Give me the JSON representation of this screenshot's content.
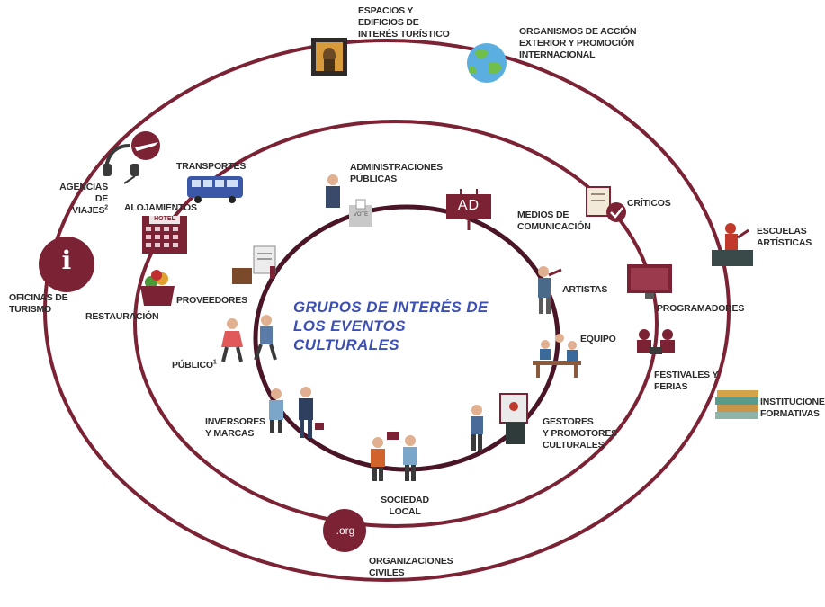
{
  "title": {
    "line1": "GRUPOS DE INTERÉS DE",
    "line2": "LOS EVENTOS",
    "line3": "CULTURALES"
  },
  "colors": {
    "ring": "#7b2335",
    "inner_ring": "#4a1526",
    "title": "#3b4fb5",
    "label": "#2b2b2b"
  },
  "outer_ring": [
    {
      "id": "espacios",
      "icon": "painting-icon",
      "lines": [
        "ESPACIOS Y",
        "EDIFICIOS DE",
        "INTERÉS TURÍSTICO"
      ]
    },
    {
      "id": "organismos",
      "icon": "globe-icon",
      "lines": [
        "ORGANISMOS DE ACCIÓN",
        "EXTERIOR Y PROMOCIÓN",
        "INTERNACIONAL"
      ]
    },
    {
      "id": "escuelas",
      "icon": "teacher-icon",
      "lines": [
        "ESCUELAS",
        "ARTÍSTICAS"
      ]
    },
    {
      "id": "instituciones",
      "icon": "books-icon",
      "lines": [
        "INSTITUCIONES",
        "FORMATIVAS"
      ]
    },
    {
      "id": "organizaciones",
      "icon": "org-badge-icon",
      "badge": ".org",
      "lines": [
        "ORGANIZACIONES",
        "CIVILES"
      ]
    },
    {
      "id": "oficinas",
      "icon": "info-icon",
      "badge": "i",
      "lines": [
        "OFICINAS DE",
        "TURISMO"
      ]
    },
    {
      "id": "agencias",
      "icon": "headset-plane-icon",
      "lines": [
        "AGENCIAS DE",
        "VIAJES"
      ],
      "sup": "2"
    }
  ],
  "middle_ring": [
    {
      "id": "transportes",
      "icon": "bus-icon",
      "lines": [
        "TRANSPORTES"
      ]
    },
    {
      "id": "alojamientos",
      "icon": "hotel-icon",
      "badge": "HOTEL",
      "lines": [
        "ALOJAMIENTOS"
      ]
    },
    {
      "id": "restauracion",
      "icon": "food-basket-icon",
      "lines": [
        "RESTAURACIÓN"
      ]
    },
    {
      "id": "criticos",
      "icon": "checklist-icon",
      "lines": [
        "CRÍTICOS"
      ]
    },
    {
      "id": "programadores",
      "icon": "monitor-icon",
      "lines": [
        "PROGRAMADORES"
      ]
    },
    {
      "id": "festivales",
      "icon": "festival-icon",
      "lines": [
        "FESTIVALES Y",
        "FERIAS"
      ]
    }
  ],
  "inner_ring": [
    {
      "id": "administraciones",
      "icon": "voter-icon",
      "badge": "VOTE",
      "lines": [
        "ADMINISTRACIONES",
        "PÚBLICAS"
      ]
    },
    {
      "id": "medios",
      "icon": "billboard-icon",
      "badge": "AD",
      "lines": [
        "MEDIOS DE",
        "COMUNICACIÓN"
      ]
    },
    {
      "id": "artistas",
      "icon": "violinist-icon",
      "lines": [
        "ARTISTAS"
      ]
    },
    {
      "id": "equipo",
      "icon": "team-icon",
      "lines": [
        "EQUIPO"
      ]
    },
    {
      "id": "gestores",
      "icon": "promoter-icon",
      "lines": [
        "GESTORES",
        "Y PROMOTORES",
        "CULTURALES"
      ]
    },
    {
      "id": "sociedad",
      "icon": "protest-icon",
      "lines": [
        "SOCIEDAD",
        "LOCAL"
      ]
    },
    {
      "id": "inversores",
      "icon": "businesspeople-icon",
      "lines": [
        "INVERSORES",
        "Y MARCAS"
      ]
    },
    {
      "id": "publico",
      "icon": "audience-icon",
      "lines": [
        "PÚBLICO"
      ],
      "sup": "1"
    },
    {
      "id": "proveedores",
      "icon": "supplier-icon",
      "lines": [
        "PROVEEDORES"
      ]
    }
  ]
}
